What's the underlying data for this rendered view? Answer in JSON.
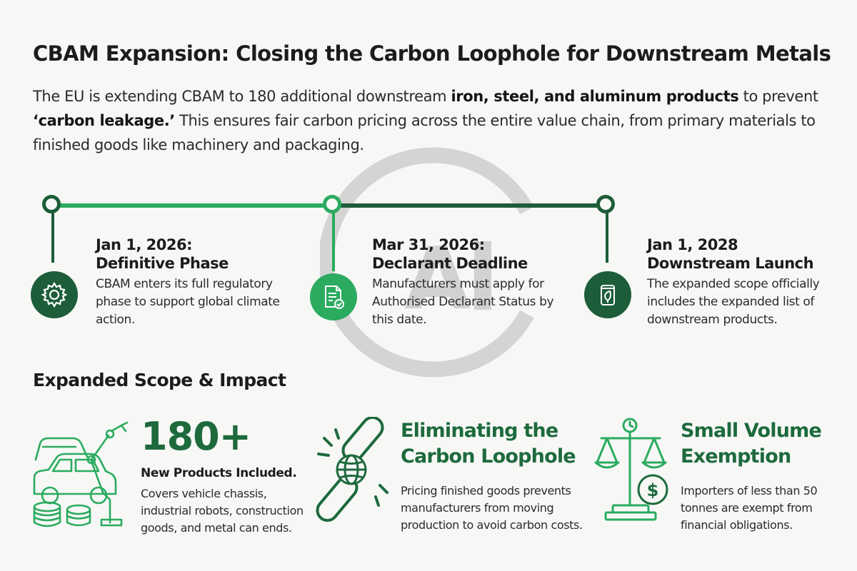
{
  "title": "CBAM Expansion: Closing the Carbon Loophole for Downstream Metals",
  "intro": {
    "part1": "The EU is extending CBAM to 180 additional downstream ",
    "bold1": "iron, steel, and aluminum products",
    "part2": " to prevent ",
    "bold2": "‘carbon leakage.’",
    "part3": " This ensures fair carbon pricing across the entire value chain, from primary materials to finished goods like machinery and packaging."
  },
  "timeline": [
    {
      "date": "Jan 1, 2026:",
      "name": "Definitive Phase",
      "desc": "CBAM enters its full regulatory phase to support global climate action.",
      "icon": "gear-icon"
    },
    {
      "date": "Mar 31, 2026:",
      "name": "Declarant Deadline",
      "desc": "Manufacturers must apply for Authorised Declarant Status by this date.",
      "icon": "document-check-icon"
    },
    {
      "date": "Jan 1, 2028",
      "name": "Downstream Launch",
      "desc": "The expanded scope officially includes the expanded list of downstream products.",
      "icon": "leaf-can-icon"
    }
  ],
  "section_title": "Expanded Scope & Impact",
  "cards": {
    "products": {
      "stat": "180+",
      "subtitle": "New Products Included.",
      "desc": "Covers vehicle chassis, industrial robots, construction goods, and metal can ends."
    },
    "loophole": {
      "title": "Eliminating the Carbon Loophole",
      "desc": "Pricing finished goods prevents manufacturers from moving production to avoid carbon costs."
    },
    "exemption": {
      "title": "Small Volume Exemption",
      "desc": "Importers of less than 50 tonnes are exempt from financial obligations."
    }
  },
  "colors": {
    "dark_green": "#1d5d39",
    "bright_green": "#2bab5f",
    "title_green": "#1d6a3d",
    "watermark": "#c8c8c8"
  }
}
